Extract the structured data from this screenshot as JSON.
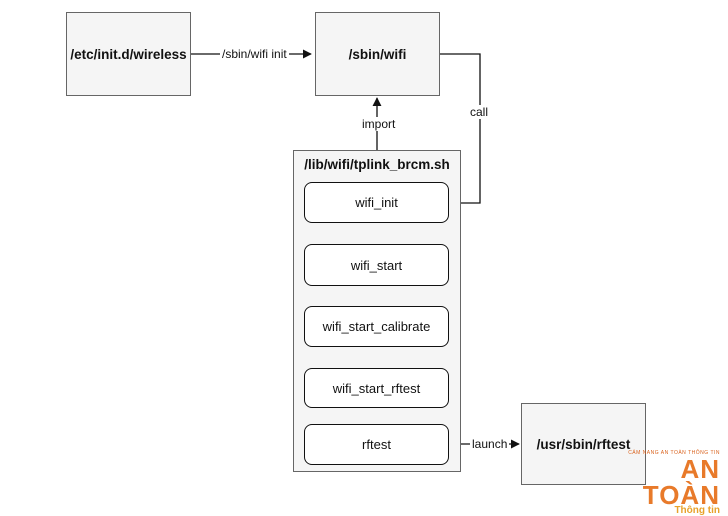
{
  "nodes": {
    "init_wireless": "/etc/init.d/wireless",
    "sbin_wifi": "/sbin/wifi",
    "usr_sbin_rftest": "/usr/sbin/rftest"
  },
  "container": {
    "title": "/lib/wifi/tplink_brcm.sh",
    "functions": [
      "wifi_init",
      "wifi_start",
      "wifi_start_calibrate",
      "wifi_start_rftest",
      "rftest"
    ]
  },
  "edges": {
    "sbin_wifi_init": "/sbin/wifi init",
    "import": "import",
    "call": "call",
    "launch": "launch"
  },
  "watermark": {
    "small": "CẨM NANG AN TOÀN THÔNG TIN",
    "main": "AN TOÀN",
    "sub": "Thông tin"
  }
}
